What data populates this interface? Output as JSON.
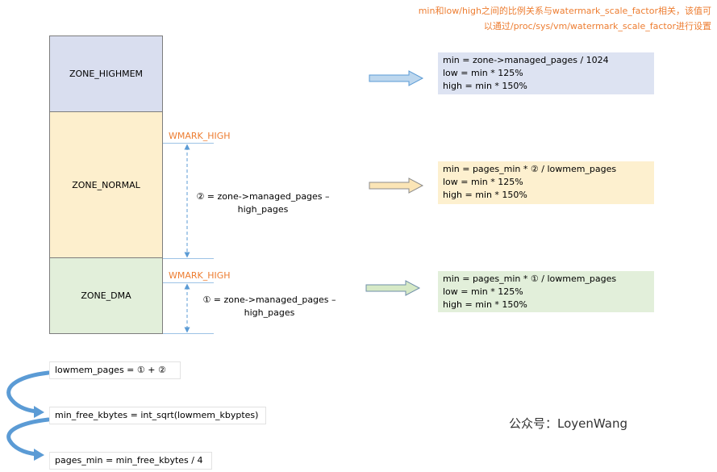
{
  "note": {
    "line1": "min和low/high之间的比例关系与watermark_scale_factor相关，该值可",
    "line2": "以通过/proc/sys/vm/watermark_scale_factor进行设置"
  },
  "zones": {
    "highmem": "ZONE_HIGHMEM",
    "normal": "ZONE_NORMAL",
    "dma": "ZONE_DMA"
  },
  "watermarks": {
    "normal": "WMARK_HIGH",
    "dma": "WMARK_HIGH"
  },
  "formulas": {
    "normal_line1": "② = zone->managed_pages  –",
    "normal_line2": "high_pages",
    "dma_line1": "① = zone->managed_pages  –",
    "dma_line2": "high_pages"
  },
  "boxes": {
    "highmem": [
      "min = zone->managed_pages  / 1024",
      "low = min * 125%",
      "high = min * 150%"
    ],
    "normal": [
      "min = pages_min * ② / lowmem_pages",
      "low = min * 125%",
      "high = min * 150%"
    ],
    "dma": [
      "min = pages_min * ① / lowmem_pages",
      "low = min * 125%",
      "high = min * 150%"
    ]
  },
  "calc": {
    "lowmem": "lowmem_pages = ① + ②",
    "min_free": "min_free_kbytes = int_sqrt(lowmem_kbyptes)",
    "pages_min": "pages_min = min_free_kbytes / 4"
  },
  "watermark": "公众号：LoyenWang",
  "colors": {
    "accent": "#ed7d31",
    "highmem": "#d9deef",
    "normal": "#fdefcd",
    "dma": "#e2efda",
    "line": "#5b9bd5"
  }
}
